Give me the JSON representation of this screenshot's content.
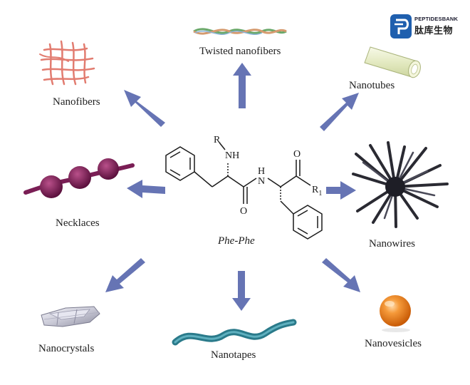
{
  "logo": {
    "brand_en": "PEPTIDESBANK",
    "brand_cn": "肽库生物",
    "color": "#1f5fae"
  },
  "center": {
    "molecule_name": "Phe-Phe",
    "atom_R": "R",
    "atom_NH_top": "NH",
    "atom_H": "H",
    "atom_N": "N",
    "atom_O_left": "O",
    "atom_O_right": "O",
    "atom_R1": "R",
    "atom_R1_sub": "1"
  },
  "labels": {
    "twisted": "Twisted nanofibers",
    "nanofibers": "Nanofibers",
    "nanotubes": "Nanotubes",
    "necklaces": "Necklaces",
    "nanowires": "Nanowires",
    "nanocrystals": "Nanocrystals",
    "nanotapes": "Nanotapes",
    "nanovesicles": "Nanovesicles"
  },
  "colors": {
    "arrow": "#6674b4",
    "necklace": "#7a1e55",
    "fiber_red": "#e07a6e",
    "tube": "#e8edcc",
    "tape": "#2a7a8a",
    "vesicle": "#f07d1a",
    "wire": "#2a2a32"
  }
}
